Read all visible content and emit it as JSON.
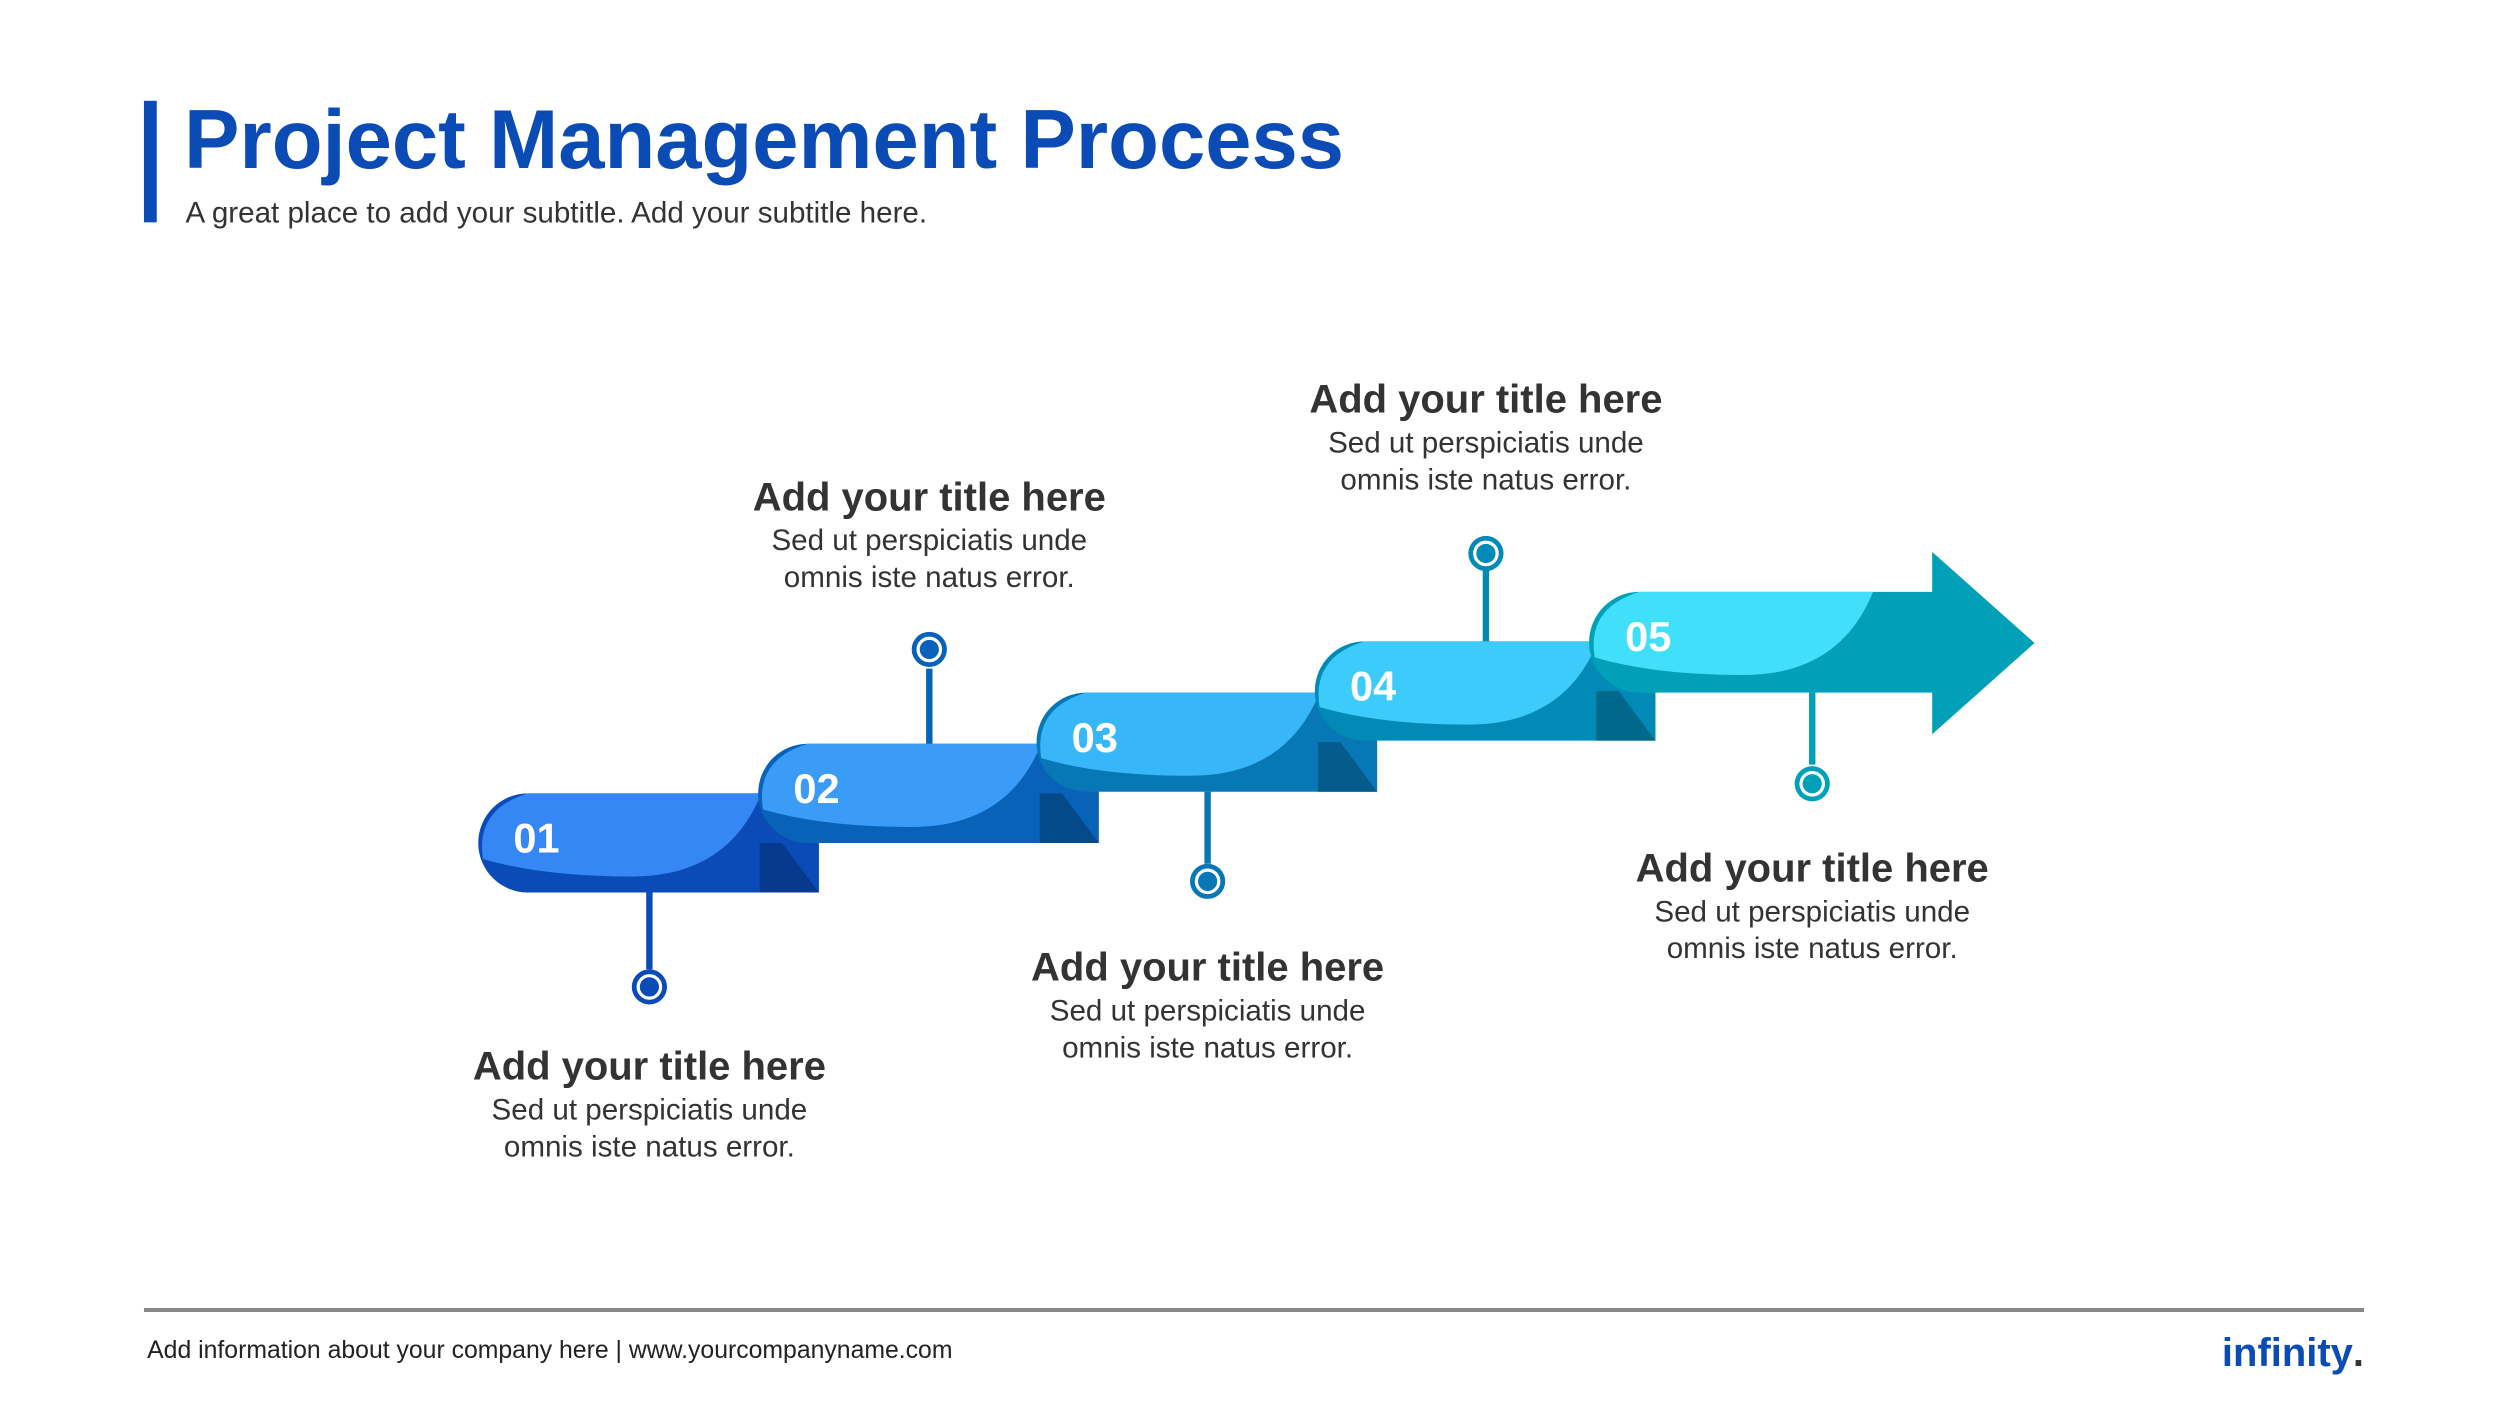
{
  "header": {
    "title": "Project Management Process",
    "subtitle": "A great place to add your subtitle. Add your subtitle here.",
    "accent_color": "#0a4bb5"
  },
  "steps": [
    {
      "number": "01",
      "title": "Add your title here",
      "desc_line1": "Sed ut perspiciatis unde",
      "desc_line2": "omnis iste natus error.",
      "light": "#3587f5",
      "dark": "#0a4bb8",
      "fold": "#063a8f"
    },
    {
      "number": "02",
      "title": "Add your title here",
      "desc_line1": "Sed ut perspiciatis unde",
      "desc_line2": "omnis iste natus error.",
      "light": "#3a9cf6",
      "dark": "#0762b8",
      "fold": "#044a8a"
    },
    {
      "number": "03",
      "title": "Add your title here",
      "desc_line1": "Sed ut perspiciatis unde",
      "desc_line2": "omnis iste natus error.",
      "light": "#38b6fa",
      "dark": "#0877b5",
      "fold": "#055b8c"
    },
    {
      "number": "04",
      "title": "Add your title here",
      "desc_line1": "Sed ut perspiciatis unde",
      "desc_line2": "omnis iste natus error.",
      "light": "#3dcbfb",
      "dark": "#008ab5",
      "fold": "#00688a"
    },
    {
      "number": "05",
      "title": "Add your title here",
      "desc_line1": "Sed ut perspiciatis unde",
      "desc_line2": "omnis iste natus error.",
      "light": "#40e0fb",
      "dark": "#00a0b8",
      "fold": "#007f93"
    }
  ],
  "footer": {
    "info": "Add information about your company here | www.yourcompanyname.com",
    "logo": "infinity",
    "logo_dot": "."
  }
}
